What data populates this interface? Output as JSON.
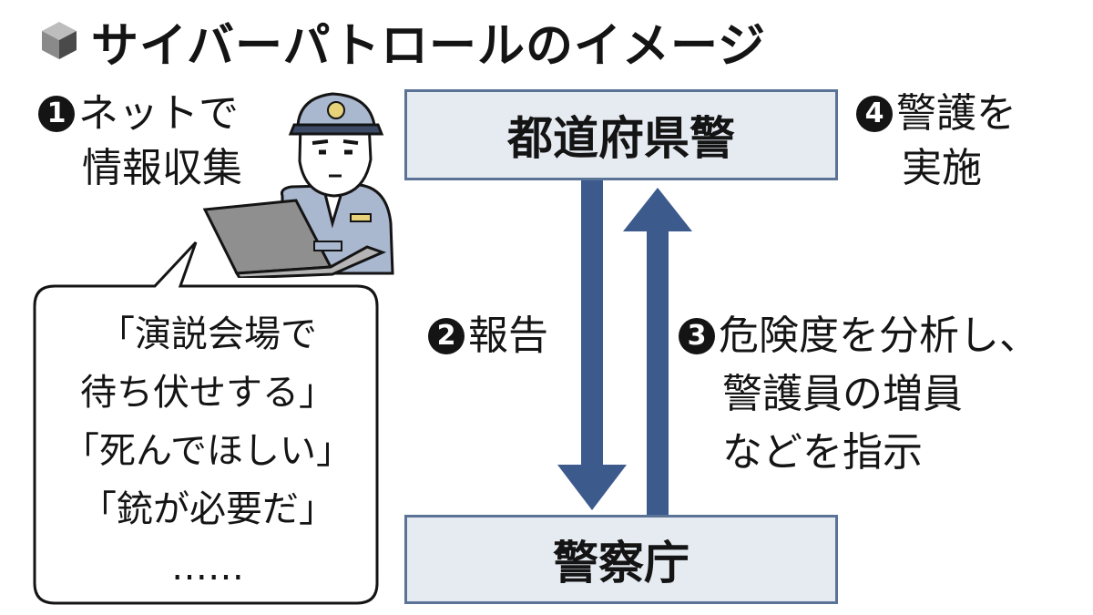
{
  "title": "サイバーパトロールのイメージ",
  "icon": "cube-icon",
  "steps": {
    "step1": {
      "num": "1",
      "lines": [
        "ネットで",
        "情報収集"
      ]
    },
    "step2": {
      "num": "2",
      "text": "報告"
    },
    "step3": {
      "num": "3",
      "lines": [
        "危険度を分析し、",
        "警護員の増員",
        "などを指示"
      ]
    },
    "step4": {
      "num": "4",
      "lines": [
        "警護を",
        "実施"
      ]
    }
  },
  "boxes": {
    "prefectural_police": "都道府県警",
    "national_police_agency": "警察庁"
  },
  "bubble": {
    "lines": [
      "「演説会場で",
      "待ち伏せする」",
      "「死んでほしい」",
      "「銃が必要だ」",
      "……"
    ]
  },
  "colors": {
    "arrow": "#3c5a8c",
    "box_fill": "#e6ebf2",
    "box_border": "#5b7397",
    "uniform": "#a9b7cf"
  }
}
